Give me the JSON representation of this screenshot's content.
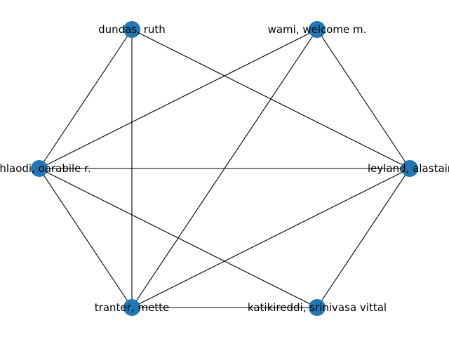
{
  "graph": {
    "node_color": "#1f77b4",
    "edge_color": "#000000",
    "nodes": [
      {
        "id": "dundas",
        "label": "dundas, ruth"
      },
      {
        "id": "wami",
        "label": "wami, welcome m."
      },
      {
        "id": "sehlaodi",
        "label": "sehlaodi, oarabile r."
      },
      {
        "id": "leyland",
        "label": "leyland, alastair"
      },
      {
        "id": "tranter",
        "label": "tranter, mette"
      },
      {
        "id": "katikireddi",
        "label": "katikireddi, srinivasa vittal"
      }
    ],
    "edges": [
      [
        "dundas",
        "sehlaodi"
      ],
      [
        "dundas",
        "tranter"
      ],
      [
        "dundas",
        "leyland"
      ],
      [
        "wami",
        "sehlaodi"
      ],
      [
        "wami",
        "tranter"
      ],
      [
        "wami",
        "leyland"
      ],
      [
        "sehlaodi",
        "leyland"
      ],
      [
        "sehlaodi",
        "tranter"
      ],
      [
        "sehlaodi",
        "katikireddi"
      ],
      [
        "tranter",
        "leyland"
      ],
      [
        "tranter",
        "katikireddi"
      ],
      [
        "leyland",
        "katikireddi"
      ]
    ]
  }
}
